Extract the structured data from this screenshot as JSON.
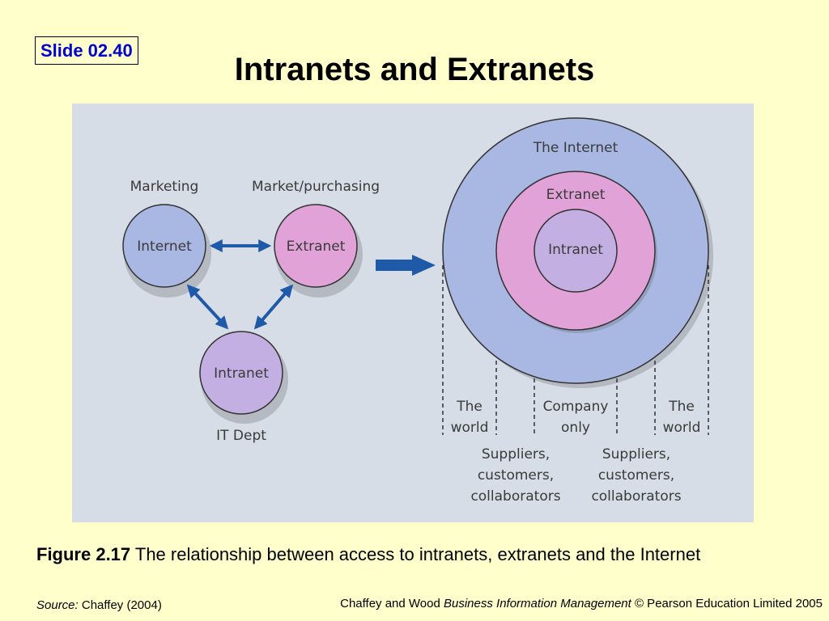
{
  "slide_label": "Slide 02.40",
  "title": "Intranets and Extranets",
  "diagram": {
    "left": {
      "marketing_label": "Marketing",
      "market_purchasing_label": "Market/purchasing",
      "internet_node": "Internet",
      "extranet_node": "Extranet",
      "intranet_node": "Intranet",
      "it_dept_label": "IT Dept"
    },
    "right": {
      "outer_ring": "The Internet",
      "middle_ring": "Extranet",
      "inner_ring": "Intranet",
      "world_left_l1": "The",
      "world_left_l2": "world",
      "company_l1": "Company",
      "company_l2": "only",
      "world_right_l1": "The",
      "world_right_l2": "world",
      "suppliers_left_l1": "Suppliers,",
      "suppliers_left_l2": "customers,",
      "suppliers_left_l3": "collaborators",
      "suppliers_right_l1": "Suppliers,",
      "suppliers_right_l2": "customers,",
      "suppliers_right_l3": "collaborators"
    },
    "colors": {
      "internet": "#a9b8e3",
      "extranet": "#e1a2d8",
      "intranet": "#c4afe3",
      "arrow": "#1e5aa8",
      "background": "#d6dde7"
    }
  },
  "caption": {
    "figure_number": "Figure 2.17",
    "text": "The relationship between access to intranets, extranets and the Internet"
  },
  "source": {
    "label": "Source:",
    "text": "Chaffey (2004)"
  },
  "credit": {
    "prefix": "Chaffey and Wood ",
    "book": "Business Information Management",
    "suffix": " © Pearson Education Limited 2005"
  }
}
